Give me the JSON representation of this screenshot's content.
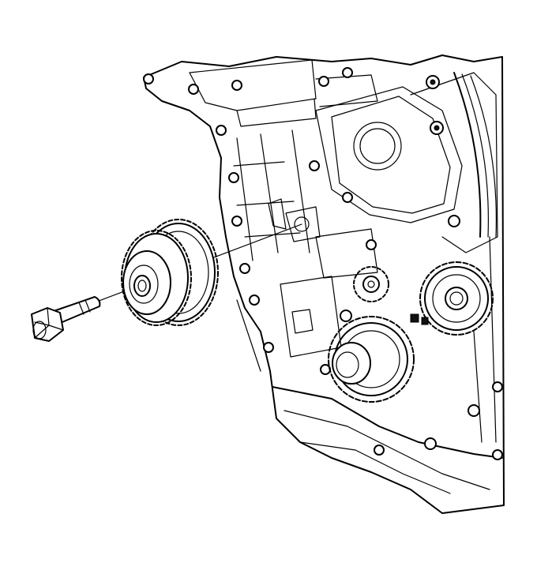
{
  "figure": {
    "kind": "line-art service illustration",
    "palette": {
      "ink": "#000000",
      "paper": "#ffffff"
    },
    "parts": [
      "engine-block-front",
      "cam-sprocket-assembly",
      "sprocket-bolt",
      "idler-sprocket",
      "crankshaft-sprocket"
    ]
  }
}
